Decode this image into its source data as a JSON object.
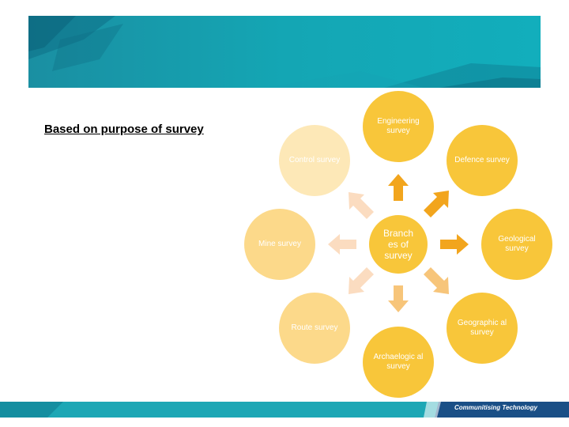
{
  "heading": "Based on purpose of survey",
  "footer": {
    "tagline": "Communitising Technology"
  },
  "diagram": {
    "center": {
      "label": "Branch es of survey",
      "color": "#f8c63a"
    },
    "nodes": [
      {
        "id": "engineering",
        "label": "Engineering survey",
        "color": "#f8c63a"
      },
      {
        "id": "defence",
        "label": "Defence survey",
        "color": "#f8c63a"
      },
      {
        "id": "geological",
        "label": "Geological survey",
        "color": "#f8c63a"
      },
      {
        "id": "geographical",
        "label": "Geographic al survey",
        "color": "#f8c63a"
      },
      {
        "id": "archaeological",
        "label": "Archaelogic al survey",
        "color": "#f8c63a"
      },
      {
        "id": "route",
        "label": "Route survey",
        "color": "#fcd98a"
      },
      {
        "id": "mine",
        "label": "Mine survey",
        "color": "#fcd98a"
      },
      {
        "id": "control",
        "label": "Control survey",
        "color": "#fde8b7"
      }
    ],
    "arrow_colors": {
      "strong": "#f2a51d",
      "medium": "#f7c57a",
      "light": "#fbdcc0"
    }
  }
}
